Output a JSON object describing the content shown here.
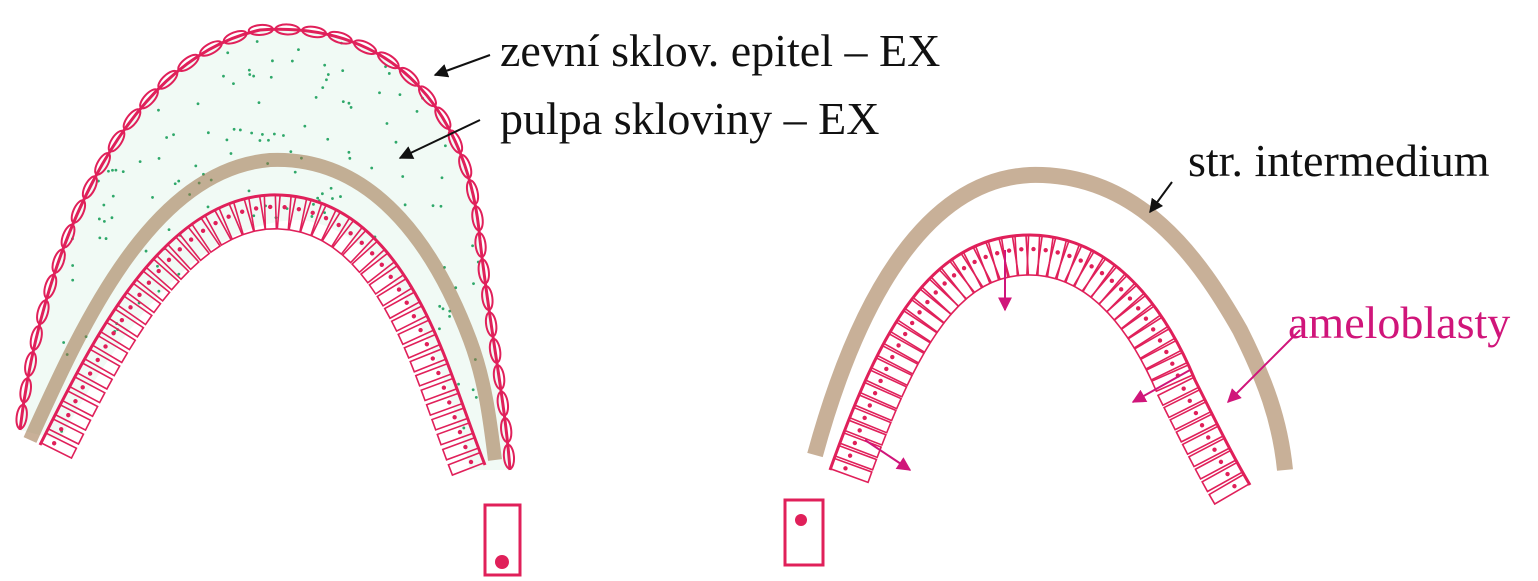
{
  "labels": {
    "outer_epithelium": "zevní sklov. epitel – EX",
    "enamel_pulp": "pulpa skloviny – EX",
    "stratum_intermedium": "str. intermedium",
    "ameloblasts": "ameloblasty"
  },
  "colors": {
    "pink": "#e0205a",
    "pink_label": "#d0157a",
    "brown": "#9a7044",
    "green_dots": "#2fa86a",
    "black": "#111111"
  }
}
